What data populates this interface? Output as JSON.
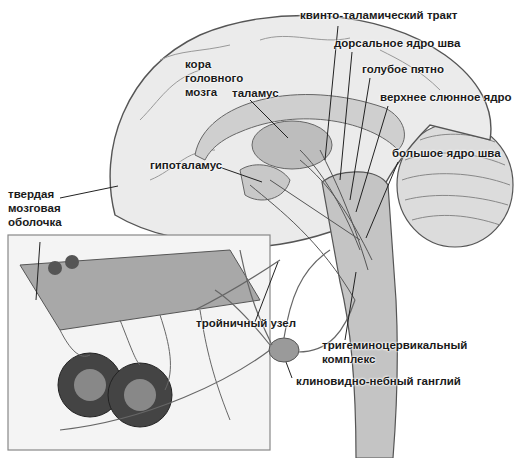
{
  "diagram": {
    "labels": [
      "кора головного мозга",
      "таламус",
      "квинто-таламический тракт",
      "дорсальное ядро шва",
      "голубое пятно",
      "верхнее слюнное ядро",
      "большое ядро шва",
      "гипоталамус",
      "твердая мозговая оболочка",
      "тройничный узел",
      "тригеминоцервикальный комплекс",
      "клиновидно-небный ганглий"
    ]
  }
}
